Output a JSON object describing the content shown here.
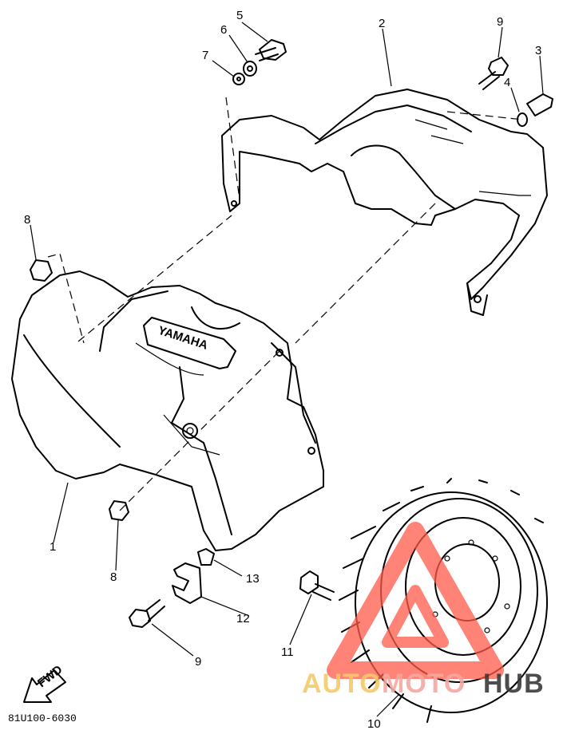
{
  "diagram": {
    "callouts": [
      "1",
      "2",
      "3",
      "4",
      "5",
      "6",
      "7",
      "8",
      "8",
      "9",
      "9",
      "10",
      "11",
      "12",
      "13"
    ],
    "drawing_code": "81U100-6030",
    "emboss_text": "YAMAHA",
    "fwd_label": "FWD"
  },
  "watermark": {
    "text_a": "AUTO",
    "text_b": "MOTO",
    "text_c": "HUB",
    "color_a": "#f5c96a",
    "color_b": "#f5a8a0",
    "color_c": "#3a3a3a",
    "logo_color": "#ff5a4a"
  }
}
